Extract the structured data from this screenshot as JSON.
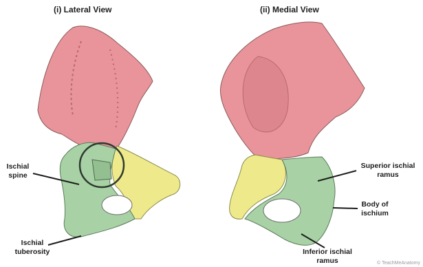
{
  "diagram": {
    "views": [
      {
        "title": "(i) Lateral View"
      },
      {
        "title": "(ii) Medial View"
      }
    ],
    "labels": {
      "ischial_spine": [
        "Ischial",
        "spine"
      ],
      "ischial_tuberosity": [
        "Ischial",
        "tuberosity"
      ],
      "superior_ischial_ramus": [
        "Superior ischial",
        "ramus"
      ],
      "body_of_ischium": [
        "Body of",
        "ischium"
      ],
      "inferior_ischial_ramus": [
        "Inferior ischial",
        "ramus"
      ]
    },
    "regions": {
      "ilium": {
        "color": "#e8949a"
      },
      "pubis": {
        "color": "#eeea8c"
      },
      "ischium": {
        "color": "#a8d2a5"
      }
    },
    "watermark": "© TeachMeAnatomy"
  }
}
